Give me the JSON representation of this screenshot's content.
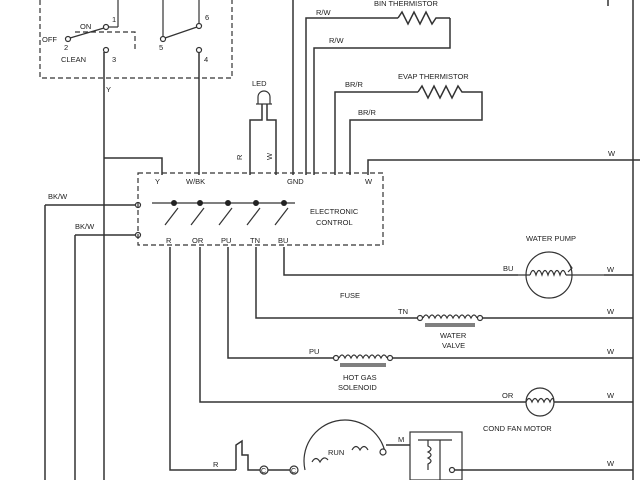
{
  "switch_labels": {
    "on": "ON",
    "off": "OFF",
    "clean": "CLEAN",
    "t1": "1",
    "t2": "2",
    "t3": "3",
    "t4": "4",
    "t5": "5",
    "t6": "6"
  },
  "wire_labels": {
    "y_top": "Y",
    "rw_1": "R/W",
    "rw_2": "R/W",
    "brr_1": "BR/R",
    "brr_2": "BR/R",
    "bkw_1": "BK/W",
    "bkw_2": "BK/W",
    "w_main": "W",
    "w_pump": "W",
    "w_valve": "W",
    "w_gas": "W",
    "w_fan": "W",
    "w_comp": "W",
    "bu": "BU",
    "tn": "TN",
    "pu": "PU",
    "or": "OR",
    "r_comp": "R",
    "led_r": "R",
    "led_w": "W"
  },
  "components": {
    "bin_thermistor": "BIN THERMISTOR",
    "evap_thermistor": "EVAP THERMISTOR",
    "led": "LED",
    "electronic_control_1": "ELECTRONIC",
    "electronic_control_2": "CONTROL",
    "water_pump": "WATER PUMP",
    "fuse": "FUSE",
    "water_valve_1": "WATER",
    "water_valve_2": "VALVE",
    "hot_gas_1": "HOT GAS",
    "hot_gas_2": "SOLENOID",
    "cond_fan_motor": "COND FAN MOTOR",
    "run": "RUN",
    "m": "M",
    "c1": "C",
    "c2": "C"
  },
  "control_terminals": {
    "y": "Y",
    "wbk": "W/BK",
    "gnd": "GND",
    "w": "W",
    "r": "R",
    "or": "OR",
    "pu": "PU",
    "tn": "TN",
    "bu": "BU"
  }
}
